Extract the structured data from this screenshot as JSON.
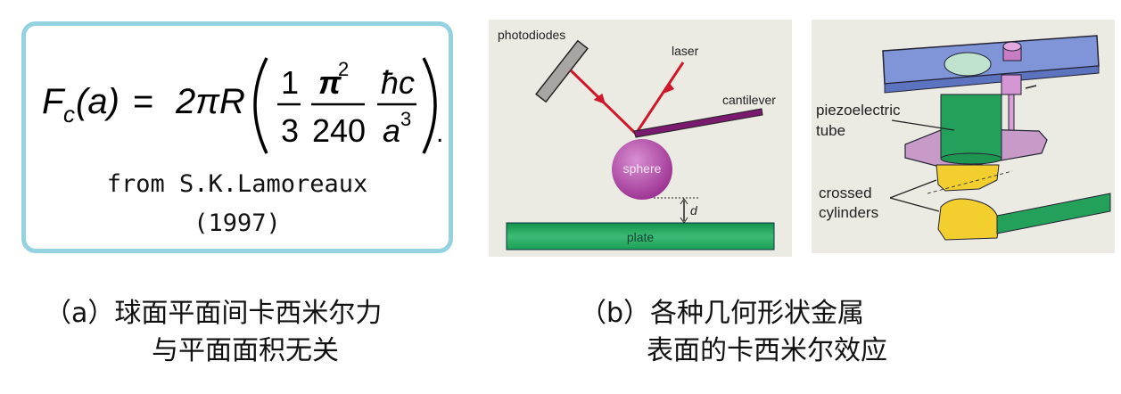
{
  "panel_a": {
    "formula": {
      "lhs": "F",
      "lhs_sub": "c",
      "lhs_arg": "(a)",
      "equals": "=",
      "prefix": "2πR",
      "frac1_num": "1",
      "frac1_den": "3",
      "frac2_num": "π",
      "frac2_num_sup": "2",
      "frac2_den": "240",
      "frac3_num": "ħc",
      "frac3_den": "a",
      "frac3_den_sup": "3",
      "trailing": "."
    },
    "source_line1": "from S.K.Lamoreaux",
    "source_line2": "(1997)",
    "caption_line1": "（a）球面平面间卡西米尔力",
    "caption_line2": "与平面面积无关"
  },
  "panel_b": {
    "diagram1_labels": {
      "photodiodes": "photodiodes",
      "laser": "laser",
      "cantilever": "cantilever",
      "sphere": "sphere",
      "d": "d",
      "plate": "plate"
    },
    "diagram2_labels": {
      "piezo_line1": "piezoelectric",
      "piezo_line2": "tube",
      "crossed_line1": "crossed",
      "crossed_line2": "cylinders"
    },
    "caption_line1": "（b）各种几何形状金属",
    "caption_line2": "表面的卡西米尔效应"
  },
  "colors": {
    "box_border": "#94d2e2",
    "laser": "#d0162a",
    "cantilever": "#7a1a6e",
    "sphere": "#b04aa8",
    "plate": "#1fa35a",
    "top_plate": "#7f95d8",
    "tube": "#23a05a",
    "mount": "#c79ac8",
    "cylinders": "#f2cf2e"
  }
}
